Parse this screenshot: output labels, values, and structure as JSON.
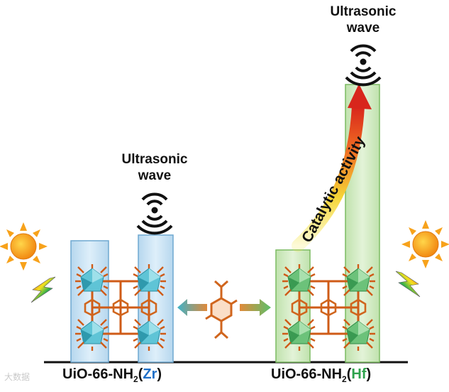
{
  "left": {
    "wave_line1": "Ultrasonic",
    "wave_line2": "wave",
    "material_prefix": "UiO-66-NH",
    "material_sub": "2",
    "metal": "Zr"
  },
  "right": {
    "wave_line1": "Ultrasonic",
    "wave_line2": "wave",
    "material_prefix": "UiO-66-NH",
    "material_sub": "2",
    "metal": "Hf"
  },
  "arrow_label": "Catalytic activity",
  "watermark": "大数据",
  "colors": {
    "zr_bar": "#c9e3f3",
    "hf_bar": "#d2ebc4",
    "zr_metal_text": "#1f6fc7",
    "hf_metal_text": "#2da24c",
    "linker": "#e07a24",
    "sun": "#f7a21b",
    "arrow_red": "#d8261c",
    "arrow_yellow": "#f6e53c"
  },
  "icons": [
    "sun-icon",
    "light-bolt-icon",
    "ultrasound-wave-icon",
    "double-arrow-icon",
    "linker-molecule-icon"
  ]
}
